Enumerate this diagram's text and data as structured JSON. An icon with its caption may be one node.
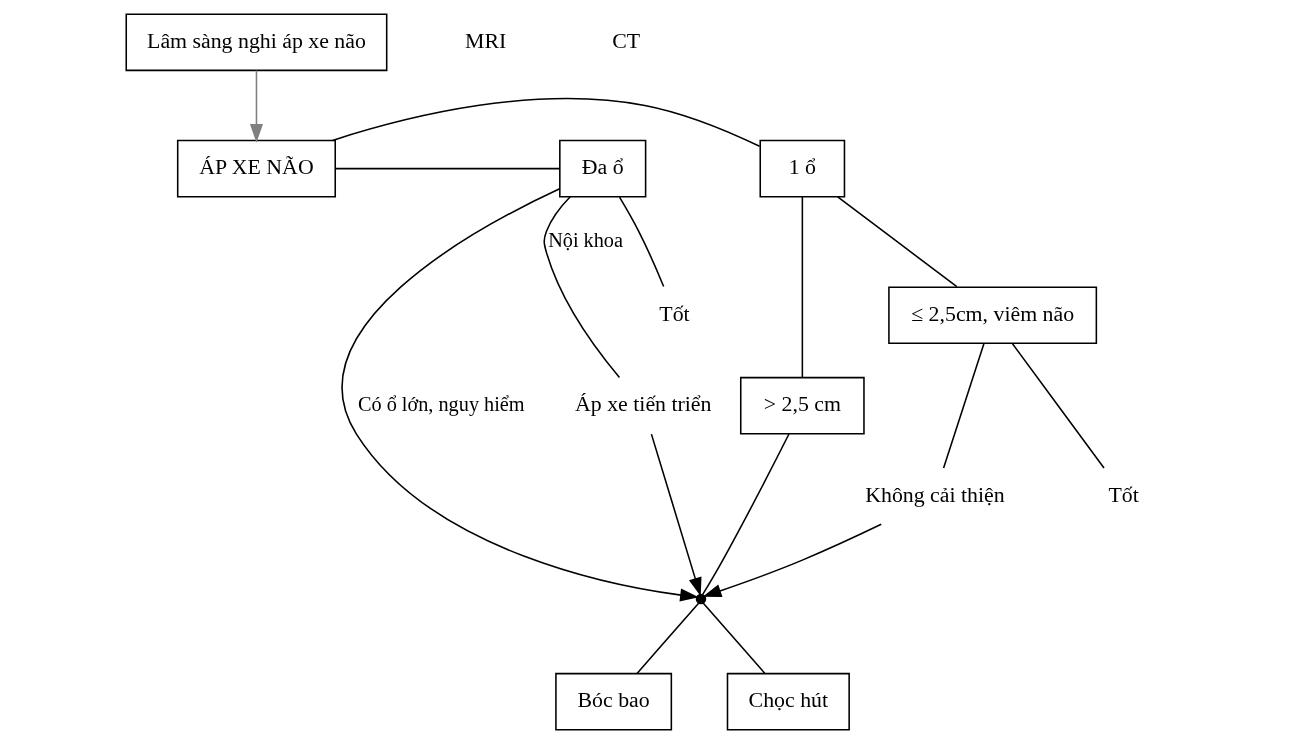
{
  "diagram": {
    "nodes": [
      {
        "text": [
          "Lâm sàng nghi áp xe não"
        ]
      },
      {
        "text": [
          "1 ổ"
        ]
      },
      {
        "text": [
          "ÁP XE NÃO"
        ]
      },
      {
        "text": [
          "Đa ổ"
        ]
      },
      {
        "text": [
          "≤ 2,5cm, viêm não"
        ]
      },
      {
        "text": [
          "> 2,5 cm"
        ]
      },
      {
        "text": [
          "Tốt"
        ]
      },
      {
        "text": [
          "Không cải thiện"
        ]
      },
      {
        "text": [],
        "shape": "point"
      },
      {
        "text": [
          "Áp xe tiến triển"
        ]
      },
      {
        "text": [
          "Tốt"
        ]
      },
      {
        "text": [
          "Bóc bao"
        ]
      },
      {
        "text": [
          "Chọc hút"
        ]
      }
    ],
    "edges": [
      {
        "from": 0,
        "to": 2,
        "arrow": "to",
        "color": "#808080"
      },
      {
        "from": 2,
        "to": 1,
        "arrow": "none"
      },
      {
        "from": 2,
        "to": 3,
        "arrow": "none"
      },
      {
        "from": 1,
        "to": 4,
        "arrow": "none"
      },
      {
        "from": 1,
        "to": 5,
        "arrow": "none"
      },
      {
        "from": 4,
        "to": 6,
        "arrow": "none"
      },
      {
        "from": 4,
        "to": 7,
        "arrow": "none"
      },
      {
        "from": 7,
        "to": 8,
        "arrow": "to"
      },
      {
        "from": 5,
        "to": 8,
        "arrow": "none"
      },
      {
        "from": 3,
        "to": 8,
        "arrow": "to",
        "label": "Có ổ lớn, nguy hiểm"
      },
      {
        "from": 3,
        "to": 9,
        "arrow": "none",
        "label": "Nội khoa"
      },
      {
        "from": 3,
        "to": 10,
        "arrow": "none"
      },
      {
        "from": 9,
        "to": 8,
        "arrow": "to"
      },
      {
        "from": 8,
        "to": 11,
        "arrow": "none"
      },
      {
        "from": 8,
        "to": 12,
        "arrow": "none"
      }
    ],
    "labels": [
      "MRI",
      "CT"
    ]
  }
}
